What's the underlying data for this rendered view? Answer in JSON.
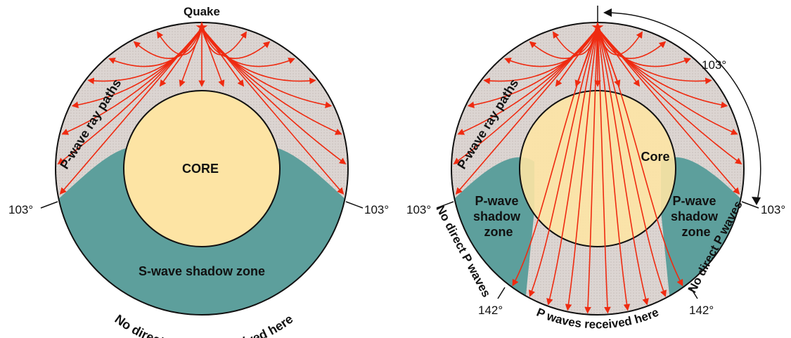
{
  "left_diagram": {
    "quake_label": "Quake",
    "ray_label": "P-wave ray paths",
    "core_label": "CORE",
    "shadow_label": "S-wave shadow zone",
    "bottom_label": "No direct S waves received here",
    "angle_left": "103°",
    "angle_right": "103°"
  },
  "right_diagram": {
    "ray_label": "P-wave ray paths",
    "core_label": "Core",
    "shadow_left_lines": [
      "P-wave",
      "shadow",
      "zone"
    ],
    "shadow_right_lines": [
      "P-wave",
      "shadow",
      "zone"
    ],
    "no_direct_left": "No direct P waves",
    "no_direct_right": "No direct P waves",
    "bottom_label": "P waves received here",
    "angle_103_arc": "103°",
    "angle_103_left": "103°",
    "angle_103_right": "103°",
    "angle_142_left": "142°",
    "angle_142_right": "142°"
  },
  "colors": {
    "mantle": "#dcd5d2",
    "shadow_zone": "#5d9f9c",
    "core": "#fde4a4",
    "rays": "#ef2a10",
    "outline": "#111111"
  }
}
